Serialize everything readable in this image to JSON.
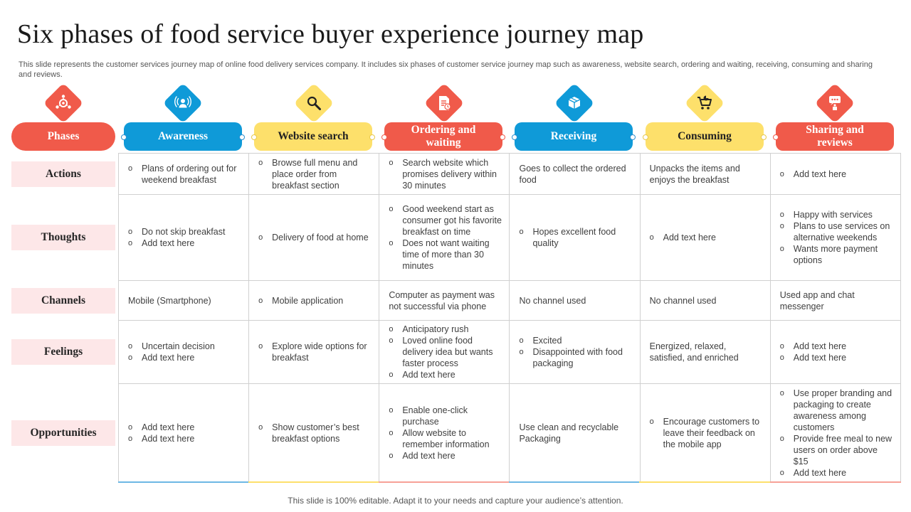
{
  "title": "Six phases of food service buyer experience journey map",
  "subtitle": "This slide represents the customer services journey map of online food delivery services company. It includes six phases of customer service journey map such as awareness, website search, ordering and waiting, receiving, consuming and sharing and reviews.",
  "colors": {
    "red": "#f05a4a",
    "blue": "#0f9ad8",
    "yellow": "#fde06b",
    "pink": "#fde7e8"
  },
  "phases_label": "Phases",
  "phases": [
    {
      "label": "Awareness",
      "icon": "broadcast-person-icon"
    },
    {
      "label": "Website search",
      "icon": "magnifier-icon"
    },
    {
      "label": "Ordering and waiting",
      "icon": "order-document-icon"
    },
    {
      "label": "Receiving",
      "icon": "parcel-box-icon"
    },
    {
      "label": "Consuming",
      "icon": "shopping-cart-icon"
    },
    {
      "label": "Sharing and reviews",
      "icon": "chat-review-icon"
    }
  ],
  "rows": [
    {
      "label": "Actions",
      "cells": [
        {
          "bullets": [
            "Plans of ordering  out for weekend breakfast"
          ]
        },
        {
          "bullets": [
            "Browse full menu and place order from breakfast section"
          ]
        },
        {
          "bullets": [
            "Search website which promises delivery within 30 minutes"
          ]
        },
        {
          "text": "Goes to collect the ordered food"
        },
        {
          "text": "Unpacks the items and enjoys the breakfast"
        },
        {
          "bullets": [
            "Add text here"
          ]
        }
      ]
    },
    {
      "label": "Thoughts",
      "cells": [
        {
          "bullets": [
            "Do not skip breakfast",
            "Add text here"
          ]
        },
        {
          "bullets": [
            "Delivery  of food at home"
          ]
        },
        {
          "bullets": [
            "Good weekend start as consumer got his favorite  breakfast on time",
            "Does not want waiting time of more than 30 minutes"
          ]
        },
        {
          "bullets": [
            "Hopes excellent food quality"
          ]
        },
        {
          "bullets": [
            "Add text here"
          ]
        },
        {
          "bullets": [
            "Happy with services",
            "Plans to use services on alternative weekends",
            "Wants more payment options"
          ]
        }
      ]
    },
    {
      "label": "Channels",
      "cells": [
        {
          "text": "Mobile (Smartphone)"
        },
        {
          "bullets": [
            "Mobile application"
          ]
        },
        {
          "text": "Computer as payment was not successful via phone"
        },
        {
          "text": "No channel used"
        },
        {
          "text": "No channel used"
        },
        {
          "text": "Used app and chat messenger"
        }
      ]
    },
    {
      "label": "Feelings",
      "cells": [
        {
          "bullets": [
            "Uncertain decision",
            "Add text here"
          ]
        },
        {
          "bullets": [
            "Explore wide options for breakfast"
          ]
        },
        {
          "bullets": [
            "Anticipatory rush",
            "Loved online food delivery idea but wants faster process",
            "Add text here"
          ]
        },
        {
          "bullets": [
            "Excited",
            "Disappointed with food packaging"
          ]
        },
        {
          "text": "Energized, relaxed, satisfied, and enriched"
        },
        {
          "bullets": [
            "Add text here",
            "Add text here"
          ]
        }
      ]
    },
    {
      "label": "Opportunities",
      "cells": [
        {
          "bullets": [
            "Add text here",
            "Add text here"
          ]
        },
        {
          "bullets": [
            "Show customer’s best breakfast options"
          ]
        },
        {
          "bullets": [
            "Enable one-click purchase",
            "Allow website to remember information",
            "Add text here"
          ]
        },
        {
          "text": "Use clean and recyclable Packaging"
        },
        {
          "bullets": [
            "Encourage customers to leave their feedback on the mobile app"
          ]
        },
        {
          "bullets": [
            "Use proper branding and packaging to create awareness among customers",
            "Provide free meal to new users on order above $15",
            "Add text here"
          ]
        }
      ]
    }
  ],
  "footer": "This slide is 100% editable. Adapt it to your needs and capture your audience’s attention."
}
